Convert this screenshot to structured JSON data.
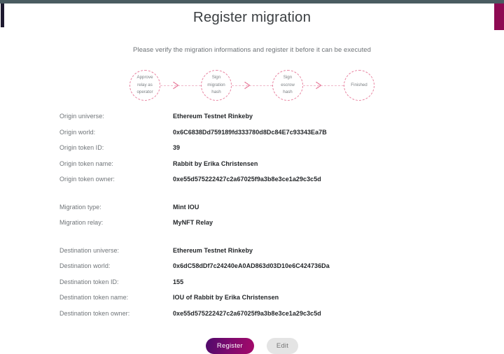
{
  "chrome": {
    "topbar_color": "#4a5c61",
    "left_accent_color": "#1e1a30",
    "right_accent_color": "#8e0a53"
  },
  "header": {
    "title": "Register migration",
    "subtitle": "Please verify the migration informations and register it before it can be executed"
  },
  "stepper": {
    "accent_color": "#e8819f",
    "steps": [
      {
        "lines": [
          "Approve",
          "relay as",
          "operator"
        ]
      },
      {
        "lines": [
          "Sign",
          "migration",
          "hash"
        ]
      },
      {
        "lines": [
          "Sign",
          "escrow",
          "hash"
        ]
      },
      {
        "lines": [
          "Finished"
        ]
      }
    ]
  },
  "details": {
    "groups": [
      {
        "rows": [
          {
            "label": "Origin universe:",
            "value": "Ethereum Testnet Rinkeby"
          },
          {
            "label": "Origin world:",
            "value": "0x6C6838Dd759189fd333780d8Dc84E7c93343Ea7B"
          },
          {
            "label": "Origin token ID:",
            "value": "39"
          },
          {
            "label": "Origin token name:",
            "value": "Rabbit by Erika Christensen"
          },
          {
            "label": "Origin token owner:",
            "value": "0xe55d575222427c2a67025f9a3b8e3ce1a29c3c5d"
          }
        ]
      },
      {
        "rows": [
          {
            "label": "Migration type:",
            "value": "Mint IOU"
          },
          {
            "label": "Migration relay:",
            "value": "MyNFT Relay"
          }
        ]
      },
      {
        "rows": [
          {
            "label": "Destination universe:",
            "value": "Ethereum Testnet Rinkeby"
          },
          {
            "label": "Destination world:",
            "value": "0x6dC58dDf7c24240eA0AD863d03D10e6C424736Da"
          },
          {
            "label": "Destination token ID:",
            "value": "155"
          },
          {
            "label": "Destination token name:",
            "value": "IOU of Rabbit by Erika Christensen"
          },
          {
            "label": "Destination token owner:",
            "value": "0xe55d575222427c2a67025f9a3b8e3ce1a29c3c5d"
          }
        ]
      }
    ]
  },
  "actions": {
    "register_label": "Register",
    "edit_label": "Edit"
  }
}
